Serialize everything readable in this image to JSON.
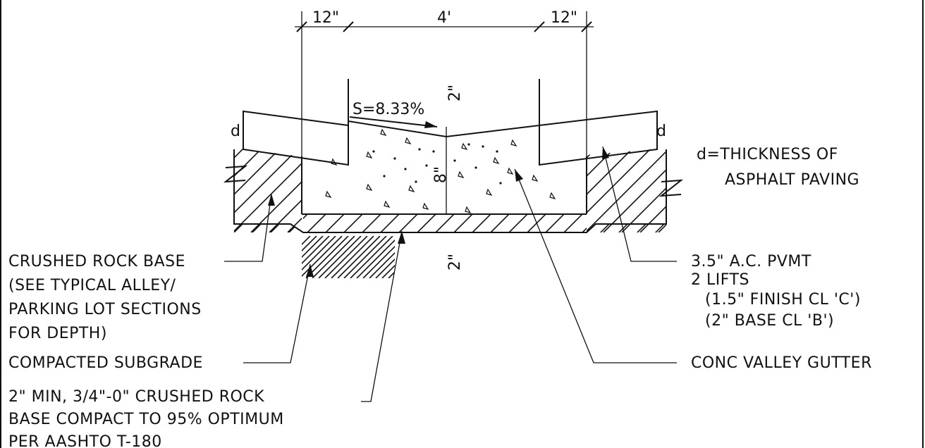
{
  "dimensions": {
    "left_width": "12\"",
    "center_width": "4'",
    "right_width": "12\"",
    "slope": "S=8.33%",
    "top_offset": "2\"",
    "gutter_depth": "8\"",
    "bottom_offset": "2\"",
    "pavement_depth_left": "d",
    "pavement_depth_right": "d"
  },
  "notes": {
    "thickness_line1": "d=THICKNESS OF",
    "thickness_line2": "ASPHALT PAVING",
    "crushed_rock_base": [
      "CRUSHED ROCK BASE",
      "(SEE TYPICAL ALLEY/",
      "PARKING LOT SECTIONS",
      "FOR DEPTH)"
    ],
    "compacted_subgrade": "COMPACTED SUBGRADE",
    "min_base": [
      "2\" MIN,  3/4\"-0\" CRUSHED ROCK",
      "BASE COMPACT TO 95% OPTIMUM",
      "PER AASHTO T-180"
    ],
    "ac_pavement": [
      "3.5\" A.C. PVMT",
      "2 LIFTS",
      "(1.5\" FINISH CL 'C')",
      "(2\" BASE CL 'B')"
    ],
    "valley_gutter": "CONC VALLEY GUTTER"
  }
}
